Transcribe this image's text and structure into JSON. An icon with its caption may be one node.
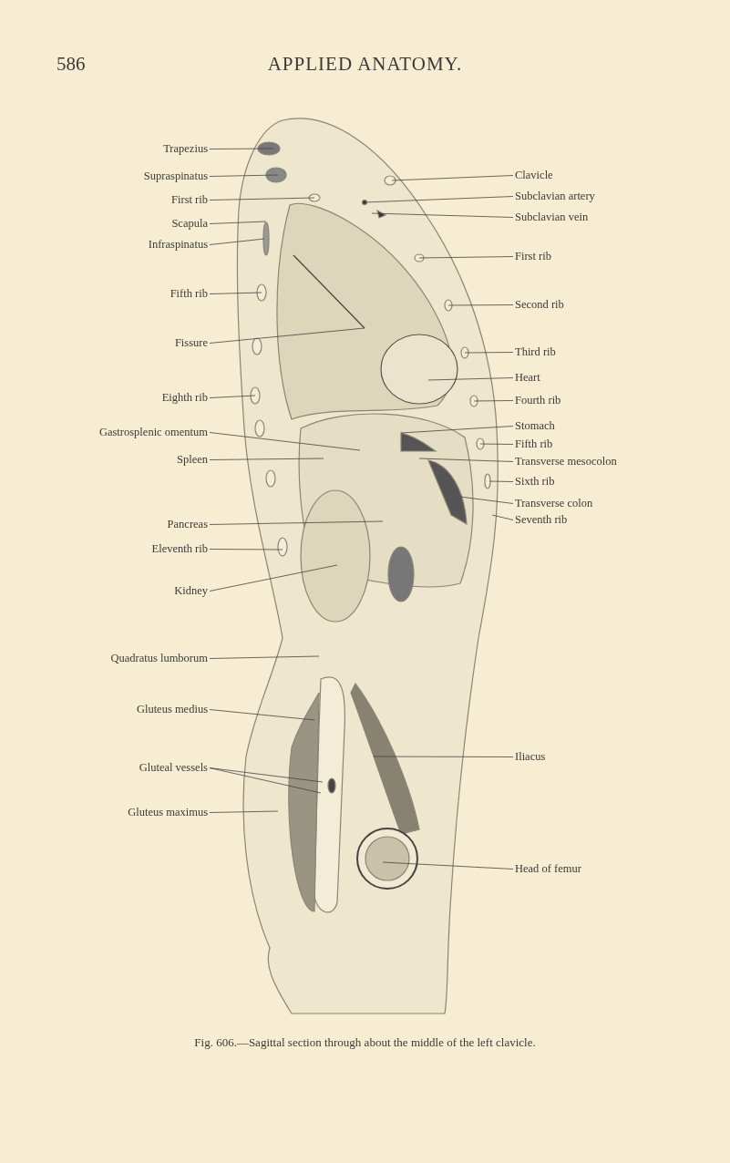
{
  "diagram": {
    "title": "APPLIED ANATOMY.",
    "caption": "Fig. 606.—Sagittal section through about the middle of the left clavicle.",
    "nodes": [
      {
        "text": [
          "Trapezius"
        ]
      },
      {
        "text": [
          "Supraspinatus"
        ]
      },
      {
        "text": [
          "First rib"
        ]
      },
      {
        "text": [
          "Scapula"
        ]
      },
      {
        "text": [
          "Infraspinatus"
        ]
      },
      {
        "text": [
          "Fifth rib"
        ]
      },
      {
        "text": [
          "Fissure"
        ]
      },
      {
        "text": [
          "Eighth rib"
        ]
      },
      {
        "text": [
          "Gastrosplenic omentum"
        ]
      },
      {
        "text": [
          "Spleen"
        ]
      },
      {
        "text": [
          "Pancreas"
        ]
      },
      {
        "text": [
          "Eleventh rib"
        ]
      },
      {
        "text": [
          "Kidney"
        ]
      },
      {
        "text": [
          "Quadratus lumborum"
        ]
      },
      {
        "text": [
          "Gluteus medius"
        ]
      },
      {
        "text": [
          "Gluteal vessels"
        ]
      },
      {
        "text": [
          "Gluteus maximus"
        ]
      },
      {
        "text": [
          "Clavicle"
        ]
      },
      {
        "text": [
          "Subclavian artery"
        ]
      },
      {
        "text": [
          "Subclavian vein"
        ]
      },
      {
        "text": [
          "First rib"
        ]
      },
      {
        "text": [
          "Second rib"
        ]
      },
      {
        "text": [
          "Third rib"
        ]
      },
      {
        "text": [
          "Heart"
        ]
      },
      {
        "text": [
          "Fourth rib"
        ]
      },
      {
        "text": [
          "Stomach"
        ]
      },
      {
        "text": [
          "Fifth rib"
        ]
      },
      {
        "text": [
          "Transverse mesocolon"
        ]
      },
      {
        "text": [
          "Sixth rib"
        ]
      },
      {
        "text": [
          "Transverse colon"
        ]
      },
      {
        "text": [
          "Seventh rib"
        ]
      },
      {
        "text": [
          "Iliacus"
        ]
      },
      {
        "text": [
          "Head of femur"
        ]
      }
    ],
    "edges": [
      {
        "from": 0,
        "to": null,
        "arrow": "none"
      },
      {
        "from": 1,
        "to": null,
        "arrow": "none"
      },
      {
        "from": 2,
        "to": null,
        "arrow": "none"
      },
      {
        "from": 3,
        "to": null,
        "arrow": "none"
      },
      {
        "from": 4,
        "to": null,
        "arrow": "none"
      },
      {
        "from": 5,
        "to": null,
        "arrow": "none"
      },
      {
        "from": 6,
        "to": null,
        "arrow": "none"
      },
      {
        "from": 7,
        "to": null,
        "arrow": "none"
      },
      {
        "from": 8,
        "to": null,
        "arrow": "none"
      },
      {
        "from": 9,
        "to": null,
        "arrow": "none"
      },
      {
        "from": 10,
        "to": null,
        "arrow": "none"
      },
      {
        "from": 11,
        "to": null,
        "arrow": "none"
      },
      {
        "from": 12,
        "to": null,
        "arrow": "none"
      },
      {
        "from": 13,
        "to": null,
        "arrow": "none"
      },
      {
        "from": 14,
        "to": null,
        "arrow": "none"
      },
      {
        "from": 15,
        "to": null,
        "arrow": "none"
      },
      {
        "from": 15,
        "to": null,
        "arrow": "none"
      },
      {
        "from": 16,
        "to": null,
        "arrow": "none"
      },
      {
        "from": 17,
        "to": null,
        "arrow": "none"
      },
      {
        "from": 18,
        "to": null,
        "arrow": "none"
      },
      {
        "from": 19,
        "to": null,
        "arrow": "none"
      },
      {
        "from": 20,
        "to": null,
        "arrow": "none"
      },
      {
        "from": 21,
        "to": null,
        "arrow": "none"
      },
      {
        "from": 22,
        "to": null,
        "arrow": "none"
      },
      {
        "from": 23,
        "to": null,
        "arrow": "none"
      },
      {
        "from": 24,
        "to": null,
        "arrow": "none"
      },
      {
        "from": 25,
        "to": null,
        "arrow": "none"
      },
      {
        "from": 26,
        "to": null,
        "arrow": "none"
      },
      {
        "from": 27,
        "to": null,
        "arrow": "none"
      },
      {
        "from": 28,
        "to": null,
        "arrow": "none"
      },
      {
        "from": 29,
        "to": null,
        "arrow": "none"
      },
      {
        "from": 30,
        "to": null,
        "arrow": "none"
      },
      {
        "from": 31,
        "to": null,
        "arrow": "none"
      },
      {
        "from": 32,
        "to": null,
        "arrow": "none"
      }
    ],
    "labels": [
      "586"
    ]
  }
}
